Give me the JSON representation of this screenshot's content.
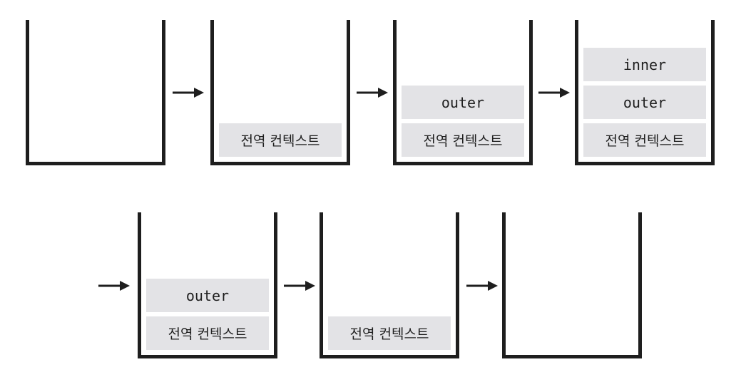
{
  "diagram": {
    "global_context_label": "전역 컨텍스트",
    "outer_label": "outer",
    "inner_label": "inner",
    "stacks": [
      {
        "frames": []
      },
      {
        "frames": [
          "전역 컨텍스트"
        ]
      },
      {
        "frames": [
          "전역 컨텍스트",
          "outer"
        ]
      },
      {
        "frames": [
          "전역 컨텍스트",
          "outer",
          "inner"
        ]
      },
      {
        "frames": [
          "전역 컨텍스트",
          "outer"
        ]
      },
      {
        "frames": [
          "전역 컨텍스트"
        ]
      },
      {
        "frames": []
      }
    ],
    "colors": {
      "stroke": "#1e1e1e",
      "frame_fill": "#e3e3e6"
    }
  }
}
